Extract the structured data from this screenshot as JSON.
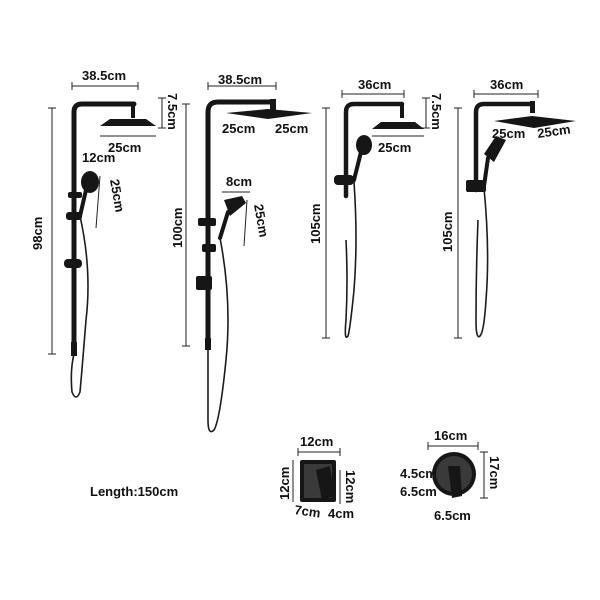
{
  "colors": {
    "product": "#161616",
    "text": "#111111",
    "background": "#ffffff"
  },
  "products": [
    {
      "name": "round-head-shower-system",
      "labels": {
        "arm_width": "38.5cm",
        "head_height": "7.5cm",
        "head_diameter": "25cm",
        "handheld_width": "12cm",
        "handheld_length": "25cm",
        "total_height": "98cm"
      }
    },
    {
      "name": "square-head-shower-system",
      "labels": {
        "arm_width": "38.5cm",
        "head_width": "25cm",
        "head_depth": "25cm",
        "handheld_width": "8cm",
        "handheld_length": "25cm",
        "total_height": "100cm"
      }
    },
    {
      "name": "round-head-compact-system",
      "labels": {
        "arm_width": "36cm",
        "head_height": "7.5cm",
        "head_diameter": "25cm",
        "total_height": "105cm"
      }
    },
    {
      "name": "square-head-compact-system",
      "labels": {
        "arm_width": "36cm",
        "head_width": "25cm",
        "head_depth": "25cm",
        "total_height": "105cm"
      }
    }
  ],
  "valves": {
    "square": {
      "width": "12cm",
      "height_left": "12cm",
      "height_right": "12cm",
      "depth": "7cm",
      "handle": "4cm"
    },
    "round": {
      "diameter": "16cm",
      "height": "17cm",
      "handle_top": "4.5cm",
      "handle_bottom": "6.5cm",
      "base": "6.5cm"
    }
  },
  "hose_length": "Length:150cm"
}
